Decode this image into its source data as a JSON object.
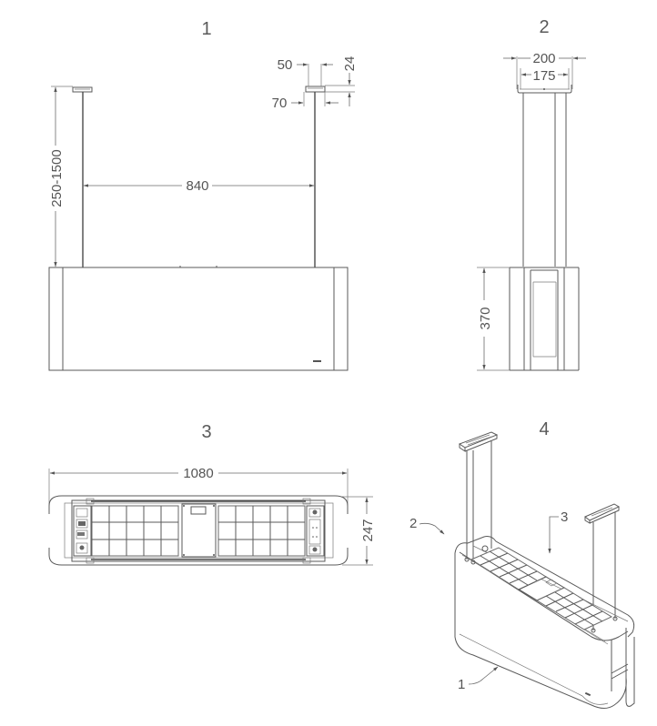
{
  "views": [
    {
      "id": "1",
      "label": "1",
      "description": "front elevation"
    },
    {
      "id": "2",
      "label": "2",
      "description": "side elevation"
    },
    {
      "id": "3",
      "label": "3",
      "description": "top plan"
    },
    {
      "id": "4",
      "label": "4",
      "description": "isometric"
    }
  ],
  "dimensions": {
    "view1": {
      "suspension_height": "250-1500",
      "rod_spacing": "840",
      "bracket_inner": "50",
      "bracket_outer": "70",
      "bracket_height": "24"
    },
    "view2": {
      "bracket_outer_width": "200",
      "bracket_inner_width": "175",
      "unit_height": "370"
    },
    "view3": {
      "unit_length": "1080",
      "unit_depth": "247"
    }
  },
  "callouts": [
    {
      "number": "1",
      "target": "front-panel"
    },
    {
      "number": "2",
      "target": "side-end"
    },
    {
      "number": "3",
      "target": "top-grille"
    }
  ],
  "colors": {
    "line": "#5a5a5a",
    "text": "#555555",
    "background": "#ffffff"
  }
}
